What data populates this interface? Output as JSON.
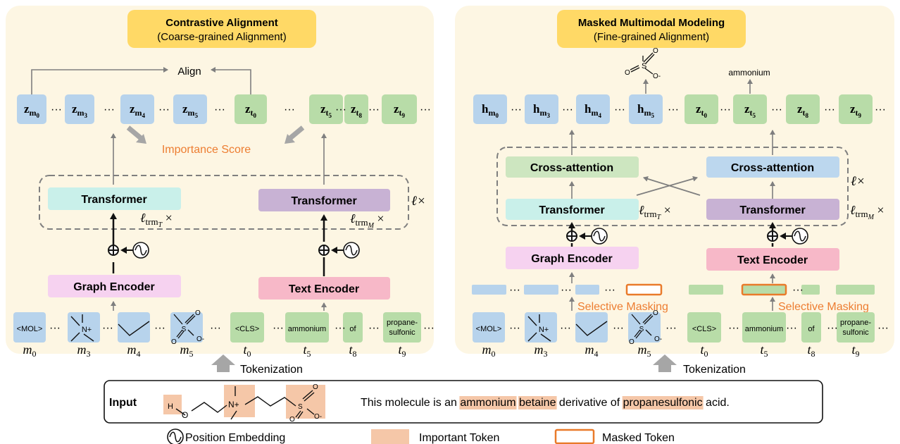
{
  "colors": {
    "panel": "#fdf6e3",
    "title_box": "#ffd966",
    "mol_token": "#b7d3ec",
    "text_token": "#b8dca8",
    "transformer_t": "#c9f0ea",
    "transformer_m": "#c8b2d4",
    "graph_encoder": "#f6d2f0",
    "text_encoder": "#f7b8c8",
    "cross_attn_left": "#cde6c0",
    "cross_attn_right": "#bcd7ee",
    "important": "#f5c7a8",
    "masked_border": "#e97a2a",
    "accent_orange": "#ed7d31",
    "arrow": "#7f7f7f",
    "dash": "#7f7f7f"
  },
  "left": {
    "title": "Contrastive Alignment",
    "subtitle": "(Coarse-grained Alignment)",
    "align": "Align",
    "importance": "Importance Score",
    "z_tokens": [
      {
        "base": "z",
        "sub": "m",
        "idx": "0"
      },
      {
        "base": "z",
        "sub": "m",
        "idx": "3"
      },
      {
        "base": "z",
        "sub": "m",
        "idx": "4"
      },
      {
        "base": "z",
        "sub": "m",
        "idx": "5"
      },
      {
        "base": "z",
        "sub": "t",
        "idx": "0"
      },
      {
        "base": "z",
        "sub": "t",
        "idx": "5"
      },
      {
        "base": "z",
        "sub": "t",
        "idx": "8"
      },
      {
        "base": "z",
        "sub": "t",
        "idx": "9"
      }
    ],
    "transformer_t": "Transformer",
    "transformer_m": "Transformer",
    "trm_t": {
      "base": "ℓ",
      "sub": "trm",
      "subsub": "T",
      "suffix": " ×"
    },
    "trm_m": {
      "base": "ℓ",
      "sub": "trm",
      "subsub": "M",
      "suffix": " ×"
    },
    "loop": "ℓ×",
    "graph_encoder": "Graph Encoder",
    "text_encoder": "Text Encoder",
    "mol_tokens": [
      "<MOL>",
      "N+",
      "",
      "O-"
    ],
    "mol_labels": [
      {
        "b": "m",
        "s": "0"
      },
      {
        "b": "m",
        "s": "3"
      },
      {
        "b": "m",
        "s": "4"
      },
      {
        "b": "m",
        "s": "5"
      }
    ],
    "text_tokens": [
      "<CLS>",
      "ammonium",
      "of",
      "propane-",
      "sulfonic"
    ],
    "text_labels": [
      {
        "b": "t",
        "s": "0"
      },
      {
        "b": "t",
        "s": "5"
      },
      {
        "b": "t",
        "s": "8"
      },
      {
        "b": "t",
        "s": "9"
      }
    ]
  },
  "right": {
    "title": "Masked Multimodal Modeling",
    "subtitle": "(Fine-grained Alignment)",
    "pred_mol": "O-",
    "pred_text": "ammonium",
    "h_tokens": [
      {
        "base": "h",
        "sub": "m",
        "idx": "0"
      },
      {
        "base": "h",
        "sub": "m",
        "idx": "3"
      },
      {
        "base": "h",
        "sub": "m",
        "idx": "4"
      },
      {
        "base": "h",
        "sub": "m",
        "idx": "5"
      },
      {
        "base": "z",
        "sub": "t",
        "idx": "0"
      },
      {
        "base": "z",
        "sub": "t",
        "idx": "5"
      },
      {
        "base": "z",
        "sub": "t",
        "idx": "8"
      },
      {
        "base": "z",
        "sub": "t",
        "idx": "9"
      }
    ],
    "cross_left": "Cross-attention",
    "cross_right": "Cross-attention",
    "transformer_t": "Transformer",
    "transformer_m": "Transformer",
    "loop": "ℓ×",
    "graph_encoder": "Graph Encoder",
    "text_encoder": "Text Encoder",
    "selective_masking": "Selective Masking",
    "mol_tokens": [
      "<MOL>",
      "N+",
      "",
      "O-"
    ],
    "text_tokens": [
      "<CLS>",
      "ammonium",
      "of",
      "propane-",
      "sulfonic"
    ]
  },
  "tokenization": "Tokenization",
  "input": {
    "label": "Input",
    "mol_atoms": [
      "H",
      "O",
      "N+",
      "O-"
    ],
    "sentence": [
      "This molecule is an ",
      "ammonium",
      " ",
      "betaine",
      " derivative of ",
      "propanesulfonic",
      " acid."
    ]
  },
  "legend": {
    "position": "Position Embedding",
    "important": "Important Token",
    "masked": "Masked Token"
  }
}
